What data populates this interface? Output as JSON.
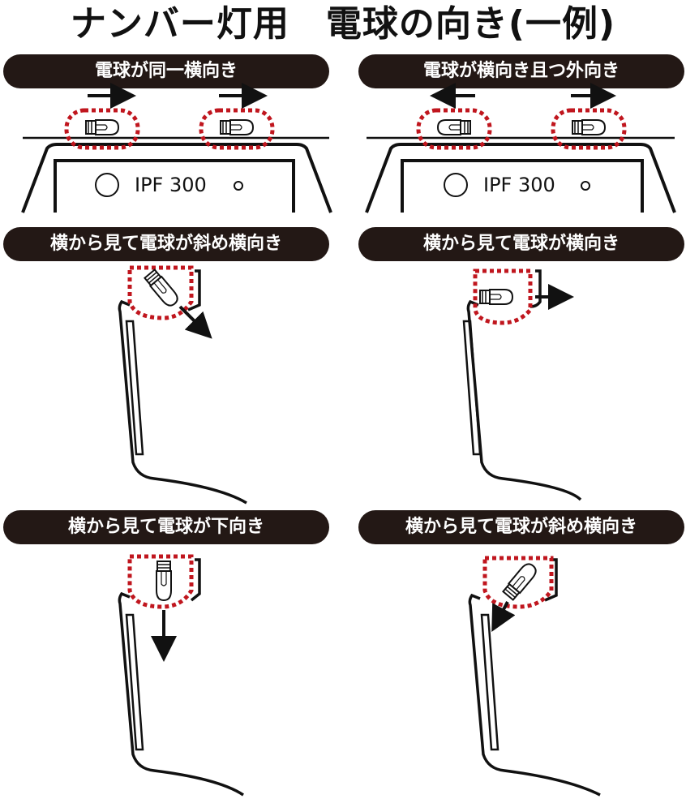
{
  "title": "ナンバー灯用　電球の向き(一例)",
  "panels": [
    {
      "label": "電球が同一横向き",
      "plate_text": "IPF 300"
    },
    {
      "label": "電球が横向き且つ外向き",
      "plate_text": "IPF 300"
    },
    {
      "label": "横から見て電球が斜め横向き"
    },
    {
      "label": "横から見て電球が横向き"
    },
    {
      "label": "横から見て電球が下向き"
    },
    {
      "label": "横から見て電球が斜め横向き"
    }
  ],
  "colors": {
    "label_bg": "#231815",
    "highlight": "#c0161e",
    "line": "#111111"
  }
}
